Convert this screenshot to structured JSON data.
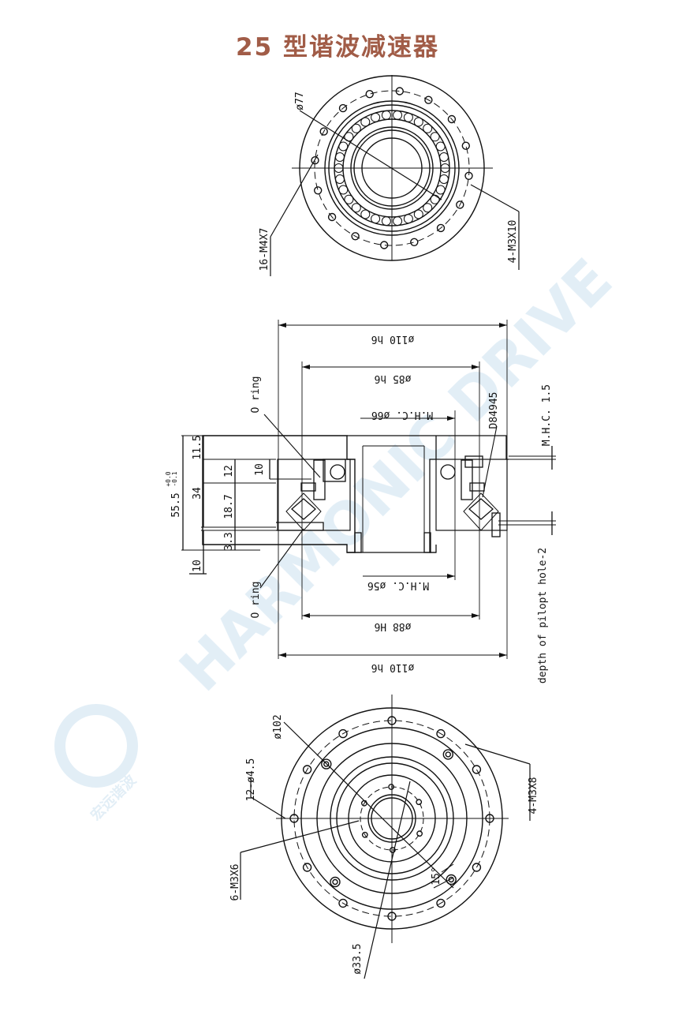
{
  "title": "25 型谐波减速器",
  "colors": {
    "title": "#a15c47",
    "line": "#111111",
    "watermark": "#d6e7f3"
  },
  "watermark": {
    "brand": "HARMONIC DRIVE",
    "logo_text": "宏远谐波"
  },
  "top_view": {
    "dia_outer": "ø77",
    "screw_left": "16-M4X7",
    "screw_right": "4-M3X10"
  },
  "section": {
    "d110_top": "ø110 h6",
    "d85": "ø85 h6",
    "mhc66": "M.H.C. ø66",
    "oring_top": "O ring",
    "bearing": "D84945",
    "mhc15": "M.H.C. 1.5",
    "dim_11_5": "11.5",
    "dim_12": "12",
    "dim_10a": "10",
    "dim_34": "34",
    "dim_18_7": "18.7",
    "dim_3_3": "3.3",
    "dim_10b": "10",
    "dim_55_5": "55.5",
    "tol_upper": "+0.0",
    "tol_lower": "-0.1",
    "oring_bottom": "O ring",
    "mhc56": "M.H.C. ø56",
    "d88": "ø88 H6",
    "d110_bottom": "ø110 h6",
    "pilot_note": "depth of pilopt hole-2"
  },
  "bottom_view": {
    "dia_102": "ø102",
    "holes_12": "12-ø4.5",
    "screw_6": "6-M3X6",
    "screw_4": "4-M3X8",
    "angle_15": "15°",
    "dia_33_5": "ø33.5"
  }
}
